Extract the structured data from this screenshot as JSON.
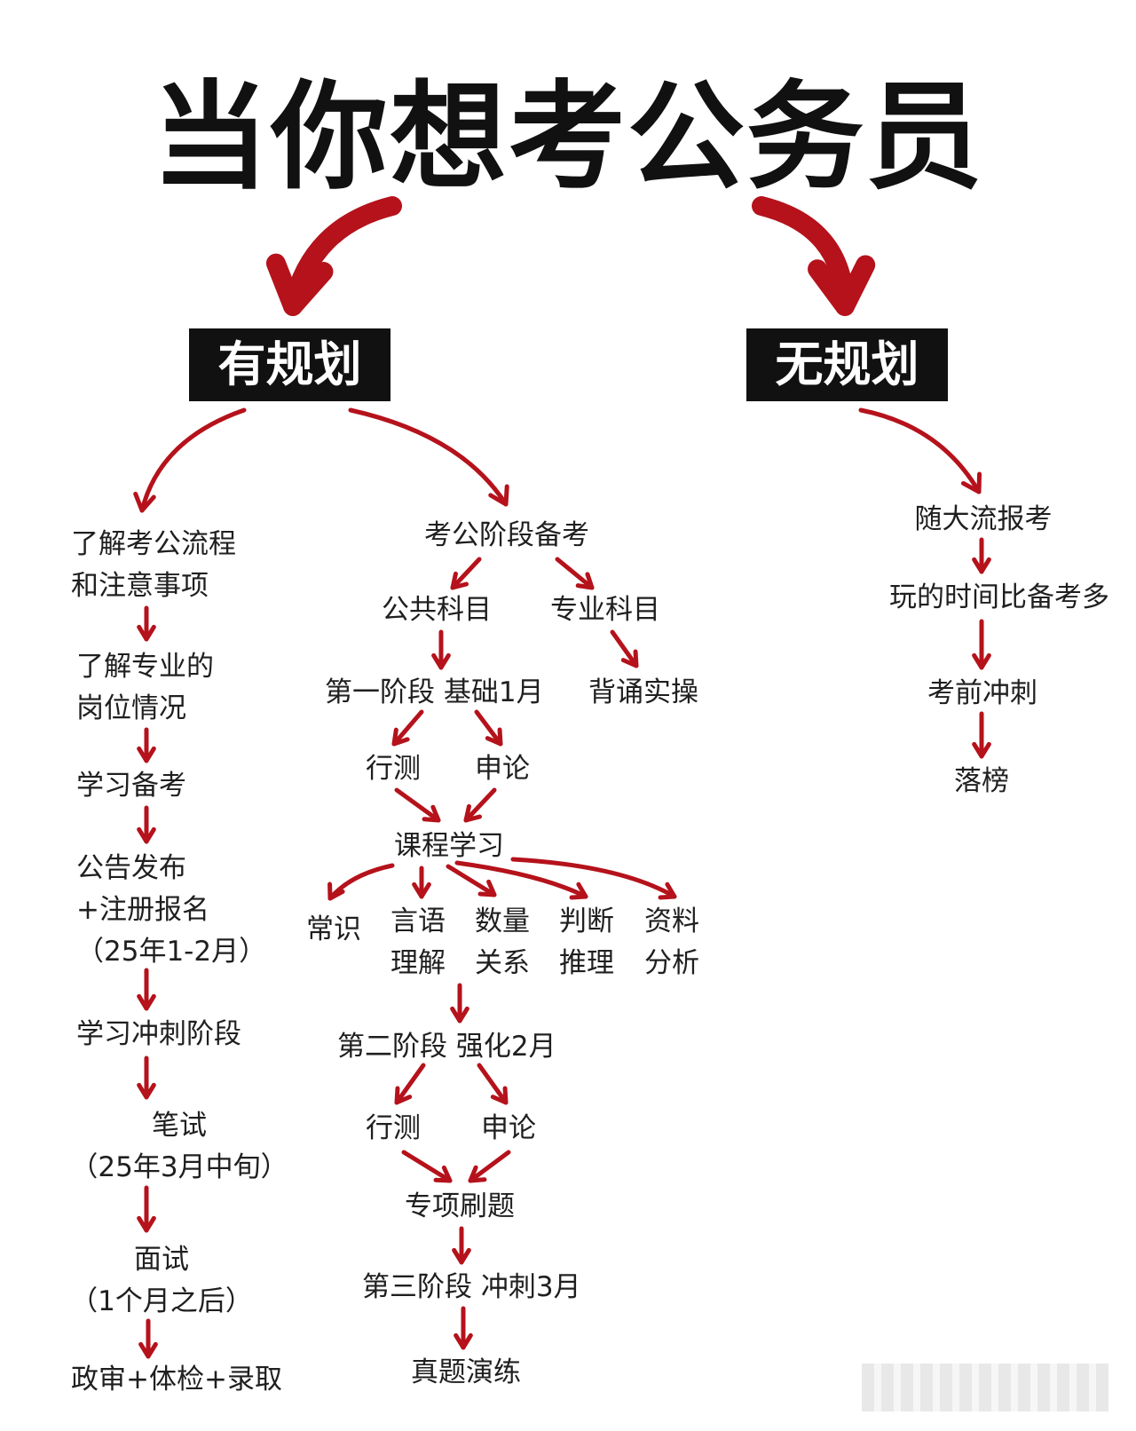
{
  "title": "当你想考公务员",
  "planned": {
    "label": "有规划",
    "left_steps": [
      [
        "了解考公流程",
        "和注意事项"
      ],
      [
        "了解专业的",
        "岗位情况"
      ],
      [
        "学习备考"
      ],
      [
        "公告发布",
        "+注册报名",
        "（25年1-2月）"
      ],
      [
        "学习冲刺阶段"
      ],
      [
        "笔试",
        "（25年3月中旬）"
      ],
      [
        "面试",
        "（1个月之后）"
      ],
      [
        "政审+体检+录取"
      ]
    ],
    "prep": {
      "root": "考公阶段备考",
      "public": "公共科目",
      "professional": "专业科目",
      "stage1": "第一阶段 基础1月",
      "memorize": "背诵实操",
      "xingce1": "行测",
      "shenlun1": "申论",
      "course": "课程学习",
      "modules": [
        [
          "常识"
        ],
        [
          "言语",
          "理解"
        ],
        [
          "数量",
          "关系"
        ],
        [
          "判断",
          "推理"
        ],
        [
          "资料",
          "分析"
        ]
      ],
      "stage2": "第二阶段 强化2月",
      "xingce2": "行测",
      "shenlun2": "申论",
      "special": "专项刷题",
      "stage3": "第三阶段 冲刺3月",
      "real_exam": "真题演练"
    }
  },
  "unplanned": {
    "label": "无规划",
    "steps": [
      "随大流报考",
      "玩的时间比备考多",
      "考前冲刺",
      "落榜"
    ]
  },
  "colors": {
    "arrow": "#b5121b",
    "tag_bg": "#111111",
    "tag_text": "#ffffff"
  }
}
